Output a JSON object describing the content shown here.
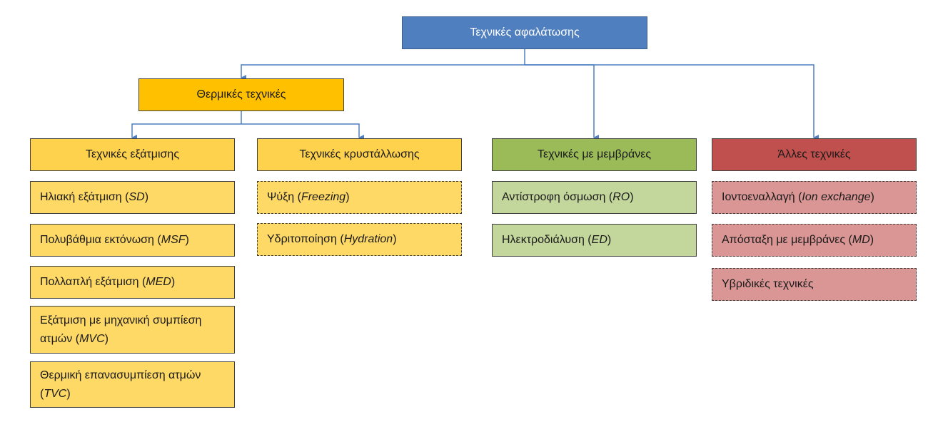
{
  "root": {
    "label": "Τεχνικές αφαλάτωσης"
  },
  "thermal": {
    "label": "Θερμικές τεχνικές",
    "evaporation": {
      "label": "Τεχνικές εξάτμισης",
      "items": [
        {
          "text": "Ηλιακή εξάτμιση (",
          "abbr": "SD",
          "close": ")"
        },
        {
          "text": "Πολυβάθμια εκτόνωση (",
          "abbr": "MSF",
          "close": ")"
        },
        {
          "text": "Πολλαπλή εξάτμιση (",
          "abbr": "MED",
          "close": ")"
        },
        {
          "text": "Εξάτμιση με μηχανική συμπίεση ατμών (",
          "abbr": "MVC",
          "close": ")"
        },
        {
          "text": "Θερμική επανασυμπίεση ατμών (",
          "abbr": "TVC",
          "close": ")"
        }
      ]
    },
    "crystallization": {
      "label": "Τεχνικές κρυστάλλωσης",
      "items": [
        {
          "text": "Ψύξη (",
          "abbr": "Freezing",
          "close": ")"
        },
        {
          "text": "Υδριτοποίηση (",
          "abbr": "Hydration",
          "close": ")"
        }
      ]
    }
  },
  "membrane": {
    "label": "Τεχνικές με μεμβράνες",
    "items": [
      {
        "text": "Αντίστροφη όσμωση (",
        "abbr": "RO",
        "close": ")"
      },
      {
        "text": "Ηλεκτροδιάλυση (",
        "abbr": "ED",
        "close": ")"
      }
    ]
  },
  "other": {
    "label": "Άλλες τεχνικές",
    "items": [
      {
        "text": "Ιοντοεναλλαγή (",
        "abbr": "Ion exchange",
        "close": ")"
      },
      {
        "text": "Απόσταξη με μεμβράνες (",
        "abbr": "MD",
        "close": ")"
      },
      {
        "text": "Υβριδικές τεχνικές",
        "abbr": "",
        "close": ""
      }
    ]
  },
  "colors": {
    "root": "#4f7fbf",
    "thermal": "#ffc000",
    "evaporation_header": "#ffd24d",
    "membrane_header": "#9bbb59",
    "other_header": "#c0504d",
    "yellow_item": "#ffd966",
    "green_item": "#c3d69b",
    "pink_item": "#d99694",
    "connector": "#4f7fbf"
  }
}
